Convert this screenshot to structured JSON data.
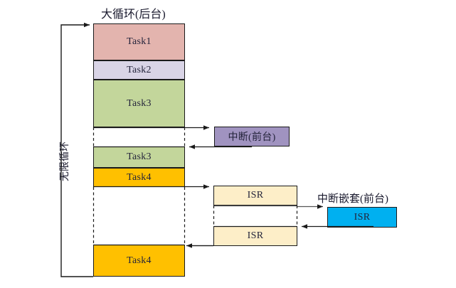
{
  "diagram": {
    "title_top": "大循环(后台)",
    "label_loop": "无限循环",
    "label_nested": "中断嵌套(前台)",
    "caption_bottom": "",
    "colors": {
      "task1": "#e3b4ae",
      "task2": "#d9d4e6",
      "task3": "#c3d69b",
      "task4": "#ffc000",
      "interrupt": "#a093c0",
      "isr": "#fdeec8",
      "isr_nested": "#00b0f0",
      "stroke": "#1a1a1a",
      "background": "#ffffff"
    },
    "background_column": {
      "blocks": [
        {
          "label": "Task1",
          "color_key": "task1"
        },
        {
          "label": "Task2",
          "color_key": "task2"
        },
        {
          "label": "Task3",
          "color_key": "task3"
        },
        {
          "label": "Task3",
          "color_key": "task3"
        },
        {
          "label": "Task4",
          "color_key": "task4"
        },
        {
          "label": "Task4",
          "color_key": "task4"
        }
      ]
    },
    "interrupt_box": {
      "label": "中断(前台)"
    },
    "isr_boxes": [
      {
        "label": "ISR"
      },
      {
        "label": "ISR"
      }
    ],
    "nested_isr_box": {
      "label": "ISR"
    }
  }
}
